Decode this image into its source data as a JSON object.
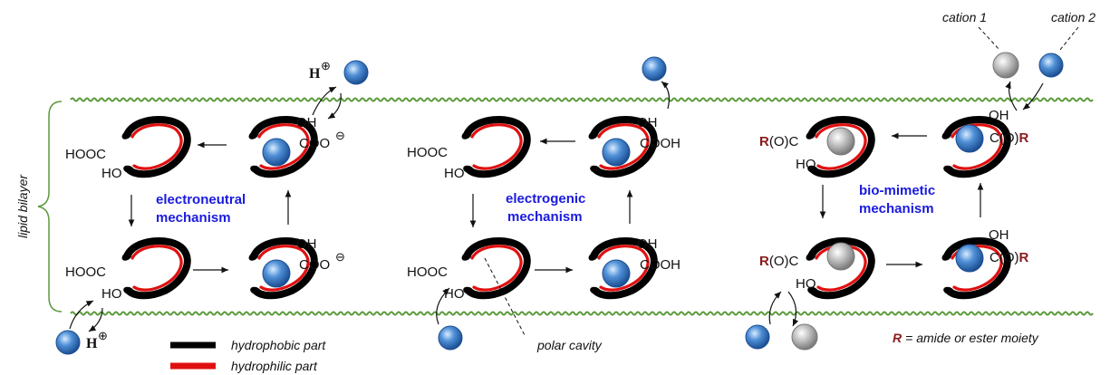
{
  "side_label": "lipid bilayer",
  "labels": {
    "hooc": "HOOC",
    "ho": "HO",
    "oh": "OH",
    "coo": "COO",
    "cooh": "COOH",
    "c_o_r_right": "C(O)",
    "r_o_c_left": "(O)C",
    "r": "R",
    "h": "H"
  },
  "mechanisms": {
    "electroneutral": [
      "electroneutral",
      "mechanism"
    ],
    "electrogenic": [
      "electrogenic",
      "mechanism"
    ],
    "biomimetic": [
      "bio-mimetic",
      "mechanism"
    ]
  },
  "cations": {
    "c1": "cation 1",
    "c2": "cation 2"
  },
  "annotations": {
    "polar_cavity": "polar cavity",
    "r_def": "= amide or ester moiety"
  },
  "legend": {
    "hydrophobic": "hydrophobic part",
    "hydrophilic": "hydrophilic part"
  },
  "colors": {
    "membrane": "#5a9a3a",
    "hydrophobic": "#000000",
    "hydrophilic": "#e01010",
    "cation_blue": "#2e6fb8",
    "cation_grey": "#a8a8a8",
    "mechanism_text": "#1a1adf",
    "r_group": "#8b1b1b"
  }
}
